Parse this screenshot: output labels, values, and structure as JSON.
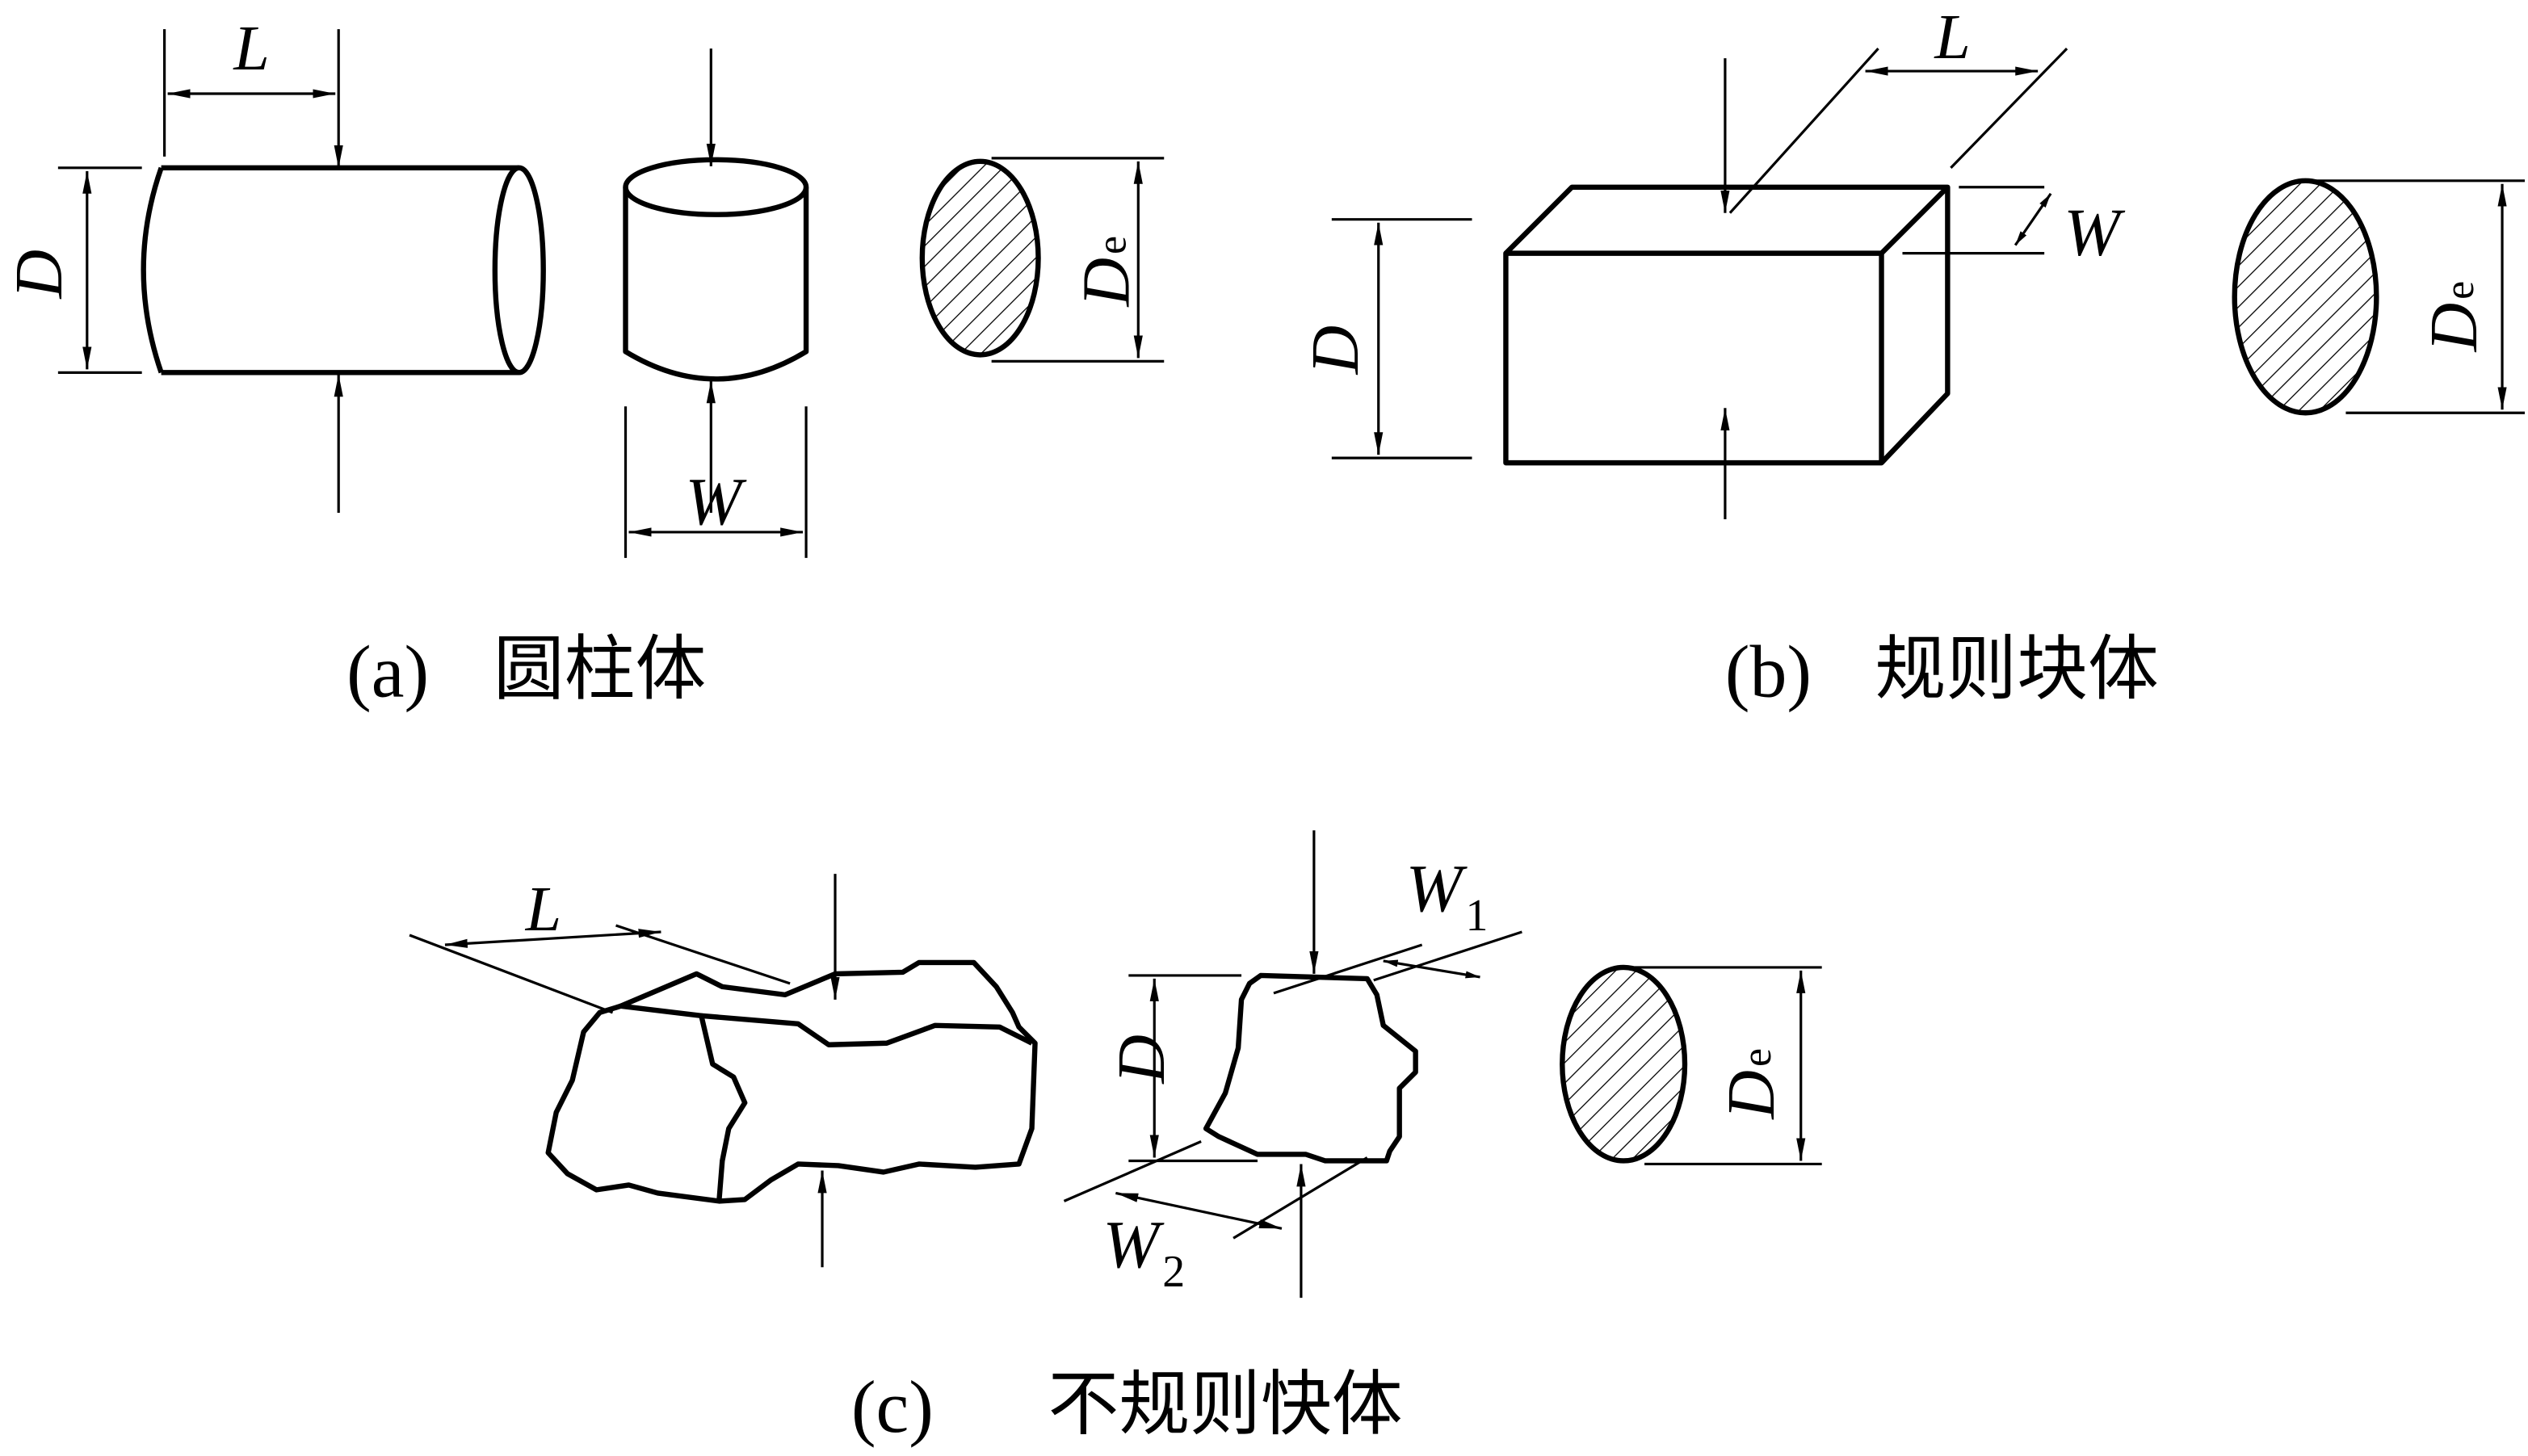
{
  "figure": {
    "panel_a": {
      "caption_letter": "(a)",
      "caption_text": "圆柱体",
      "labels": {
        "length": "L",
        "diameter": "D",
        "width": "W",
        "equiv_diameter": "D",
        "equiv_sub": "e"
      }
    },
    "panel_b": {
      "caption_letter": "(b)",
      "caption_text": "规则块体",
      "labels": {
        "length": "L",
        "width": "W",
        "depth": "D",
        "equiv_diameter": "D",
        "equiv_sub": "e"
      }
    },
    "panel_c": {
      "caption_letter": "(c)",
      "caption_text": "不规则快体",
      "labels": {
        "length": "L",
        "depth": "D",
        "width1": "W",
        "width1_sub": "1",
        "width2": "W",
        "width2_sub": "2",
        "equiv_diameter": "D",
        "equiv_sub": "e"
      }
    }
  }
}
